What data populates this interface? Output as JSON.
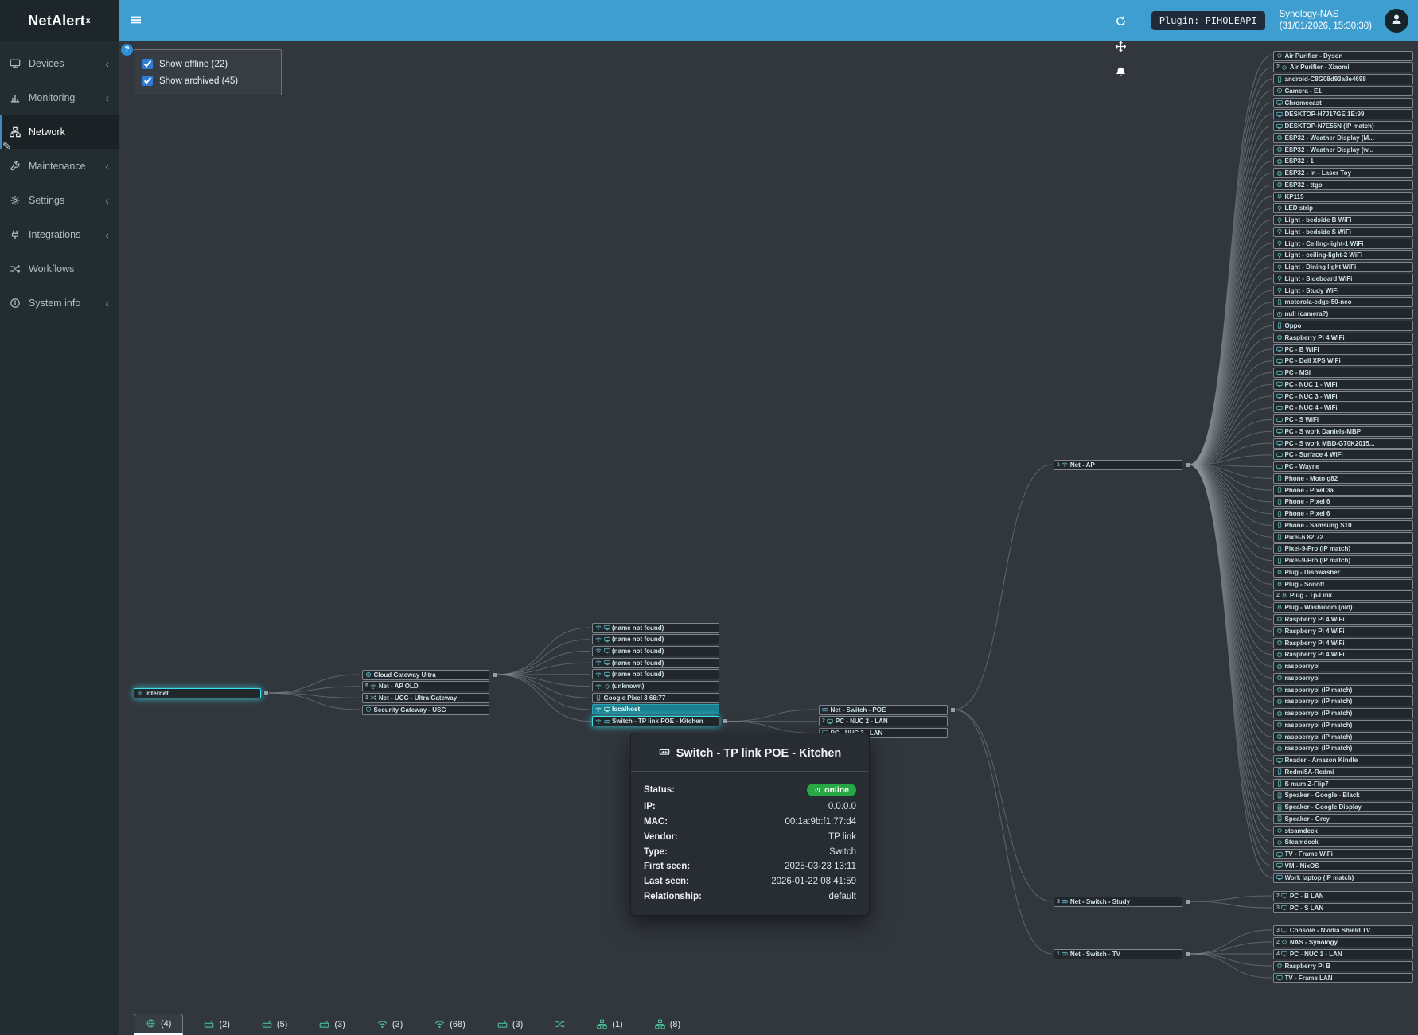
{
  "header": {
    "brand": "NetAlert",
    "brand_sup": "x",
    "icons": [
      "arrow-left",
      "arrow-right",
      "refresh",
      "move",
      "bell"
    ],
    "plugin_badge": "Plugin: PIHOLEAPI",
    "host_name": "Synology-NAS",
    "host_time": "(31/01/2026, 15:30:30)"
  },
  "sidebar": {
    "items": [
      {
        "label": "Devices",
        "icon": "monitor",
        "chevron": true
      },
      {
        "label": "Monitoring",
        "icon": "chart",
        "chevron": true
      },
      {
        "label": "Network",
        "icon": "sitemap",
        "chevron": false,
        "active": true
      },
      {
        "label": "Maintenance",
        "icon": "wrench",
        "chevron": true
      },
      {
        "label": "Settings",
        "icon": "gear",
        "chevron": true
      },
      {
        "label": "Integrations",
        "icon": "plug",
        "chevron": true
      },
      {
        "label": "Workflows",
        "icon": "shuffle",
        "chevron": false
      },
      {
        "label": "System info",
        "icon": "info",
        "chevron": true
      }
    ]
  },
  "filters": {
    "help": "?",
    "offline": "Show offline (22)",
    "archived": "Show archived (45)"
  },
  "tooltip": {
    "title": "Switch - TP link POE - Kitchen",
    "rows": [
      {
        "label": "Status:",
        "value": "online",
        "badge": true
      },
      {
        "label": "IP:",
        "value": "0.0.0.0"
      },
      {
        "label": "MAC:",
        "value": "00:1a:9b:f1:77:d4"
      },
      {
        "label": "Vendor:",
        "value": "TP link"
      },
      {
        "label": "Type:",
        "value": "Switch"
      },
      {
        "label": "First seen:",
        "value": "2025-03-23 13:11"
      },
      {
        "label": "Last seen:",
        "value": "2026-01-22 08:41:59"
      },
      {
        "label": "Relationship:",
        "value": "default"
      }
    ]
  },
  "graph": {
    "internet": {
      "id": "internet",
      "label": "Internet",
      "icon": "globe",
      "cls": "selected",
      "toggle": true
    },
    "gateways": [
      {
        "id": "cgu",
        "label": "Cloud Gateway Ultra",
        "icon": "globe",
        "toggle": true
      },
      {
        "id": "ap-old",
        "label": "Net - AP OLD",
        "icon": "wifi",
        "count": "5"
      },
      {
        "id": "ucg",
        "label": "Net - UCG - Ultra Gateway",
        "icon": "shuffle",
        "count": "1"
      },
      {
        "id": "usg",
        "label": "Security Gateway - USG",
        "icon": "shield"
      }
    ],
    "middle": [
      {
        "id": "nnf-1",
        "label": "(name not found)",
        "icon": [
          "wifi",
          "monitor"
        ]
      },
      {
        "id": "nnf-2",
        "label": "(name not found)",
        "icon": [
          "wifi",
          "monitor"
        ]
      },
      {
        "id": "nnf-3",
        "label": "(name not found)",
        "icon": [
          "wifi",
          "monitor"
        ]
      },
      {
        "id": "nnf-4",
        "label": "(name not found)",
        "icon": [
          "wifi",
          "monitor"
        ]
      },
      {
        "id": "nnf-5",
        "label": "(name not found)",
        "icon": [
          "wifi",
          "monitor"
        ]
      },
      {
        "id": "unknown",
        "label": "(unknown)",
        "icon": [
          "wifi",
          "generic"
        ]
      },
      {
        "id": "pixel3",
        "label": "Google Pixel 3 66:77",
        "icon": [
          "phone"
        ]
      },
      {
        "id": "localhost",
        "label": "localhost",
        "icon": [
          "wifi",
          "monitor"
        ],
        "cls": "host"
      },
      {
        "id": "switch-kitchen",
        "label": "Switch - TP link POE - Kitchen",
        "icon": [
          "wifi",
          "switch"
        ],
        "cls": "selected",
        "toggle": true
      }
    ],
    "poe_children": [
      {
        "id": "sw-poe",
        "label": "Net - Switch - POE",
        "icon": "switch",
        "toggle": true
      },
      {
        "id": "nuc2",
        "label": "PC - NUC 2 - LAN",
        "icon": "monitor",
        "count": "2"
      },
      {
        "id": "nuc3",
        "label": "PC - NUC 3 - LAN",
        "icon": "monitor"
      }
    ],
    "net_ap": {
      "id": "net-ap",
      "label": "Net - AP",
      "icon": "wifi",
      "count": "1",
      "toggle": true
    },
    "switch_study": {
      "id": "sw-study",
      "label": "Net - Switch - Study",
      "icon": "switch",
      "count": "3",
      "toggle": true
    },
    "switch_tv": {
      "id": "sw-tv",
      "label": "Net - Switch - TV",
      "icon": "switch",
      "count": "1",
      "toggle": true
    },
    "wifi_clients": [
      {
        "label": "Air Purifier - Dyson",
        "icon": "generic"
      },
      {
        "label": "Air Purifier - Xiaomi",
        "icon": "generic",
        "count": "2"
      },
      {
        "label": "android-C8G08d93a8e4698",
        "icon": "phone"
      },
      {
        "label": "Camera - E1",
        "icon": "camera"
      },
      {
        "label": "Chromecast",
        "icon": "tv"
      },
      {
        "label": "DESKTOP-H7J17GE 1E:99",
        "icon": "monitor"
      },
      {
        "label": "DESKTOP-N7E55N (IP match)",
        "icon": "monitor"
      },
      {
        "label": "ESP32 - Weather Display (M...",
        "icon": "chip"
      },
      {
        "label": "ESP32 - Weather Display (w...",
        "icon": "chip"
      },
      {
        "label": "ESP32 - 1",
        "icon": "chip"
      },
      {
        "label": "ESP32 - In - Laser Toy",
        "icon": "chip"
      },
      {
        "label": "ESP32 - ttgo",
        "icon": "chip"
      },
      {
        "label": "KP115",
        "icon": "plug"
      },
      {
        "label": "LED strip",
        "icon": "bulb"
      },
      {
        "label": "Light - bedside B WiFi",
        "icon": "bulb"
      },
      {
        "label": "Light - bedside S WiFi",
        "icon": "bulb"
      },
      {
        "label": "Light - Ceiling-light-1 WiFi",
        "icon": "bulb"
      },
      {
        "label": "Light - ceiling-light-2 WiFi",
        "icon": "bulb"
      },
      {
        "label": "Light - Dining light WiFi",
        "icon": "bulb"
      },
      {
        "label": "Light - Sideboard WiFi",
        "icon": "bulb"
      },
      {
        "label": "Light - Study WiFi",
        "icon": "bulb"
      },
      {
        "label": "motorola-edge-50-neo",
        "icon": "phone"
      },
      {
        "label": "null (camera?)",
        "icon": "camera"
      },
      {
        "label": "Oppo",
        "icon": "phone"
      },
      {
        "label": "Raspberry Pi 4 WiFi",
        "icon": "chip"
      },
      {
        "label": "PC - B WiFi",
        "icon": "monitor"
      },
      {
        "label": "PC - Dell XPS WiFi",
        "icon": "monitor"
      },
      {
        "label": "PC - MSI",
        "icon": "monitor"
      },
      {
        "label": "PC - NUC 1 - WiFi",
        "icon": "monitor"
      },
      {
        "label": "PC - NUC 3 - WiFi",
        "icon": "monitor"
      },
      {
        "label": "PC - NUC 4 - WiFi",
        "icon": "monitor"
      },
      {
        "label": "PC - S WiFi",
        "icon": "monitor"
      },
      {
        "label": "PC - S work Daniels-MBP",
        "icon": "monitor"
      },
      {
        "label": "PC - S work MBD-G70K2015...",
        "icon": "monitor"
      },
      {
        "label": "PC - Surface 4 WiFi",
        "icon": "monitor"
      },
      {
        "label": "PC - Wayne",
        "icon": "monitor"
      },
      {
        "label": "Phone - Moto g82",
        "icon": "phone"
      },
      {
        "label": "Phone - Pixel 3a",
        "icon": "phone"
      },
      {
        "label": "Phone - Pixel 6",
        "icon": "phone"
      },
      {
        "label": "Phone - Pixel 6",
        "icon": "phone"
      },
      {
        "label": "Phone - Samsung S10",
        "icon": "phone"
      },
      {
        "label": "Pixel-6 82:72",
        "icon": "phone"
      },
      {
        "label": "Pixel-9-Pro (IP match)",
        "icon": "phone"
      },
      {
        "label": "Pixel-9-Pro (IP match)",
        "icon": "phone"
      },
      {
        "label": "Plug - Dishwasher",
        "icon": "plug"
      },
      {
        "label": "Plug - Sonoff",
        "icon": "plug"
      },
      {
        "label": "Plug - Tp-Link",
        "icon": "plug",
        "count": "2"
      },
      {
        "label": "Plug - Washroom (old)",
        "icon": "plug"
      },
      {
        "label": "Raspberry Pi 4 WiFi",
        "icon": "chip"
      },
      {
        "label": "Raspberry Pi 4 WiFi",
        "icon": "chip"
      },
      {
        "label": "Raspberry Pi 4 WiFi",
        "icon": "chip"
      },
      {
        "label": "Raspberry Pi 4 WiFi",
        "icon": "chip"
      },
      {
        "label": "raspberrypi",
        "icon": "chip"
      },
      {
        "label": "raspberrypi",
        "icon": "chip"
      },
      {
        "label": "raspberrypi (IP match)",
        "icon": "chip"
      },
      {
        "label": "raspberrypi (IP match)",
        "icon": "chip"
      },
      {
        "label": "raspberrypi (IP match)",
        "icon": "chip"
      },
      {
        "label": "raspberrypi (IP match)",
        "icon": "chip"
      },
      {
        "label": "raspberrypi (IP match)",
        "icon": "chip"
      },
      {
        "label": "raspberrypi (IP match)",
        "icon": "chip"
      },
      {
        "label": "Reader - Amazon Kindle",
        "icon": "monitor"
      },
      {
        "label": "Redmi5A-Redmi",
        "icon": "phone"
      },
      {
        "label": "S mum Z-Flip7",
        "icon": "phone"
      },
      {
        "label": "Speaker - Google - Black",
        "icon": "speaker"
      },
      {
        "label": "Speaker - Google Display",
        "icon": "speaker"
      },
      {
        "label": "Speaker - Grey",
        "icon": "speaker"
      },
      {
        "label": "steamdeck",
        "icon": "generic"
      },
      {
        "label": "Steamdeck",
        "icon": "generic"
      },
      {
        "label": "TV - Frame WiFi",
        "icon": "tv"
      },
      {
        "label": "VM - NixOS",
        "icon": "monitor"
      },
      {
        "label": "Work laptop (IP match)",
        "icon": "monitor"
      }
    ],
    "study_clients": [
      {
        "label": "PC - B LAN",
        "icon": "monitor",
        "count": "2"
      },
      {
        "label": "PC - S LAN",
        "icon": "monitor",
        "count": "3"
      }
    ],
    "tv_clients": [
      {
        "label": "Console - Nvidia Shield TV",
        "icon": "tv",
        "count": "3"
      },
      {
        "label": "NAS - Synology",
        "icon": "generic",
        "count": "2"
      },
      {
        "label": "PC - NUC 1 - LAN",
        "icon": "monitor",
        "count": "4"
      },
      {
        "label": "Raspberry Pi B",
        "icon": "chip"
      },
      {
        "label": "TV - Frame LAN",
        "icon": "tv"
      }
    ]
  },
  "bottom_tabs": [
    {
      "icon": "globe",
      "count": "(4)",
      "active": true
    },
    {
      "icon": "router",
      "count": "(2)"
    },
    {
      "icon": "router",
      "count": "(5)"
    },
    {
      "icon": "router",
      "count": "(3)"
    },
    {
      "icon": "wifi",
      "count": "(3)"
    },
    {
      "icon": "wifi",
      "count": "(68)"
    },
    {
      "icon": "router",
      "count": "(3)"
    },
    {
      "icon": "shuffle",
      "count": ""
    },
    {
      "icon": "sitemap",
      "count": "(1)"
    },
    {
      "icon": "sitemap",
      "count": "(8)"
    }
  ],
  "colors": {
    "header": "#3d9ecf",
    "accent": "#3c8dbc",
    "selection_glow": "#3be2ee",
    "online_badge": "#28a745",
    "node_icon": "#68c6d4",
    "tab_icon": "#49bd93"
  }
}
